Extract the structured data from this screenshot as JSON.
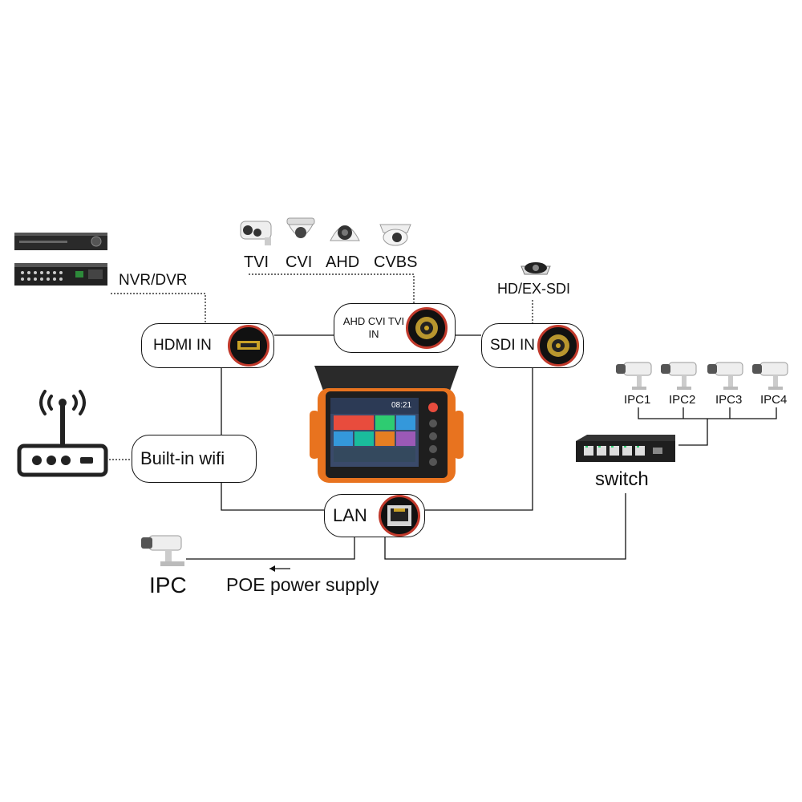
{
  "camera_types": {
    "labels": [
      "TVI",
      "CVI",
      "AHD",
      "CVBS"
    ]
  },
  "recorder": {
    "label": "NVR/DVR"
  },
  "sdi_source": {
    "label": "HD/EX-SDI"
  },
  "ports": {
    "hdmi_in": "HDMI IN",
    "analog_in_line1": "AHD CVI TVI",
    "analog_in_line2": "IN",
    "sdi_in": "SDI IN",
    "wifi": "Built-in wifi",
    "lan": "LAN"
  },
  "switch": {
    "label": "switch"
  },
  "ipc_cluster": {
    "labels": [
      "IPC1",
      "IPC2",
      "IPC3",
      "IPC4"
    ]
  },
  "poe": {
    "camera_label": "IPC",
    "supply_label": "POE power supply"
  },
  "tester": {
    "screen_time": "08:21"
  },
  "colors": {
    "accent_red": "#c0392b",
    "tester_orange": "#e8731f",
    "line": "#111111"
  }
}
